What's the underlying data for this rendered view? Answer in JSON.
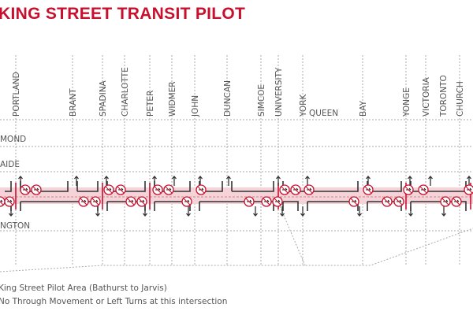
{
  "title": "KING STREET TRANSIT PILOT",
  "cross_streets": [
    "PORTLAND",
    "BRANT",
    "SPADINA",
    "CHARLOTTE",
    "PETER",
    "WIDMER",
    "JOHN",
    "DUNCAN",
    "SIMCOE",
    "UNIVERSITY",
    "YORK",
    "QUEEN",
    "BAY",
    "YONGE",
    "VICTORIA",
    "TORONTO",
    "CHURCH"
  ],
  "parallel_streets": {
    "richmond": "MOND",
    "adelaide": "AIDE",
    "wellington": "NGTON"
  },
  "legend": {
    "pilot_area": "King Street Pilot Area (Bathurst to Jarvis)",
    "no_turns": "No Through Movement or Left Turns at this intersection"
  },
  "colors": {
    "accent": "#c8102e",
    "band": "#f6d3d8",
    "road": "#333333",
    "grid": "#aaaaaa"
  }
}
